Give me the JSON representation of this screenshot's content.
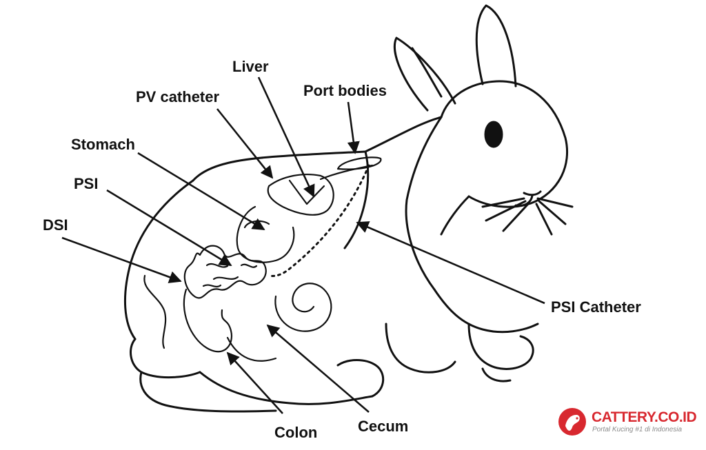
{
  "labels": {
    "liver": "Liver",
    "pv_catheter": "PV catheter",
    "port_bodies": "Port bodies",
    "stomach": "Stomach",
    "psi": "PSI",
    "dsi": "DSI",
    "psi_catheter": "PSI Catheter",
    "colon": "Colon",
    "cecum": "Cecum"
  },
  "watermark": {
    "brand": "CATTERY.CO.ID",
    "tagline": "Portal Kucing #1 di Indonesia",
    "brand_color": "#d8282f"
  },
  "colors": {
    "ink": "#111111",
    "background": "#ffffff"
  }
}
